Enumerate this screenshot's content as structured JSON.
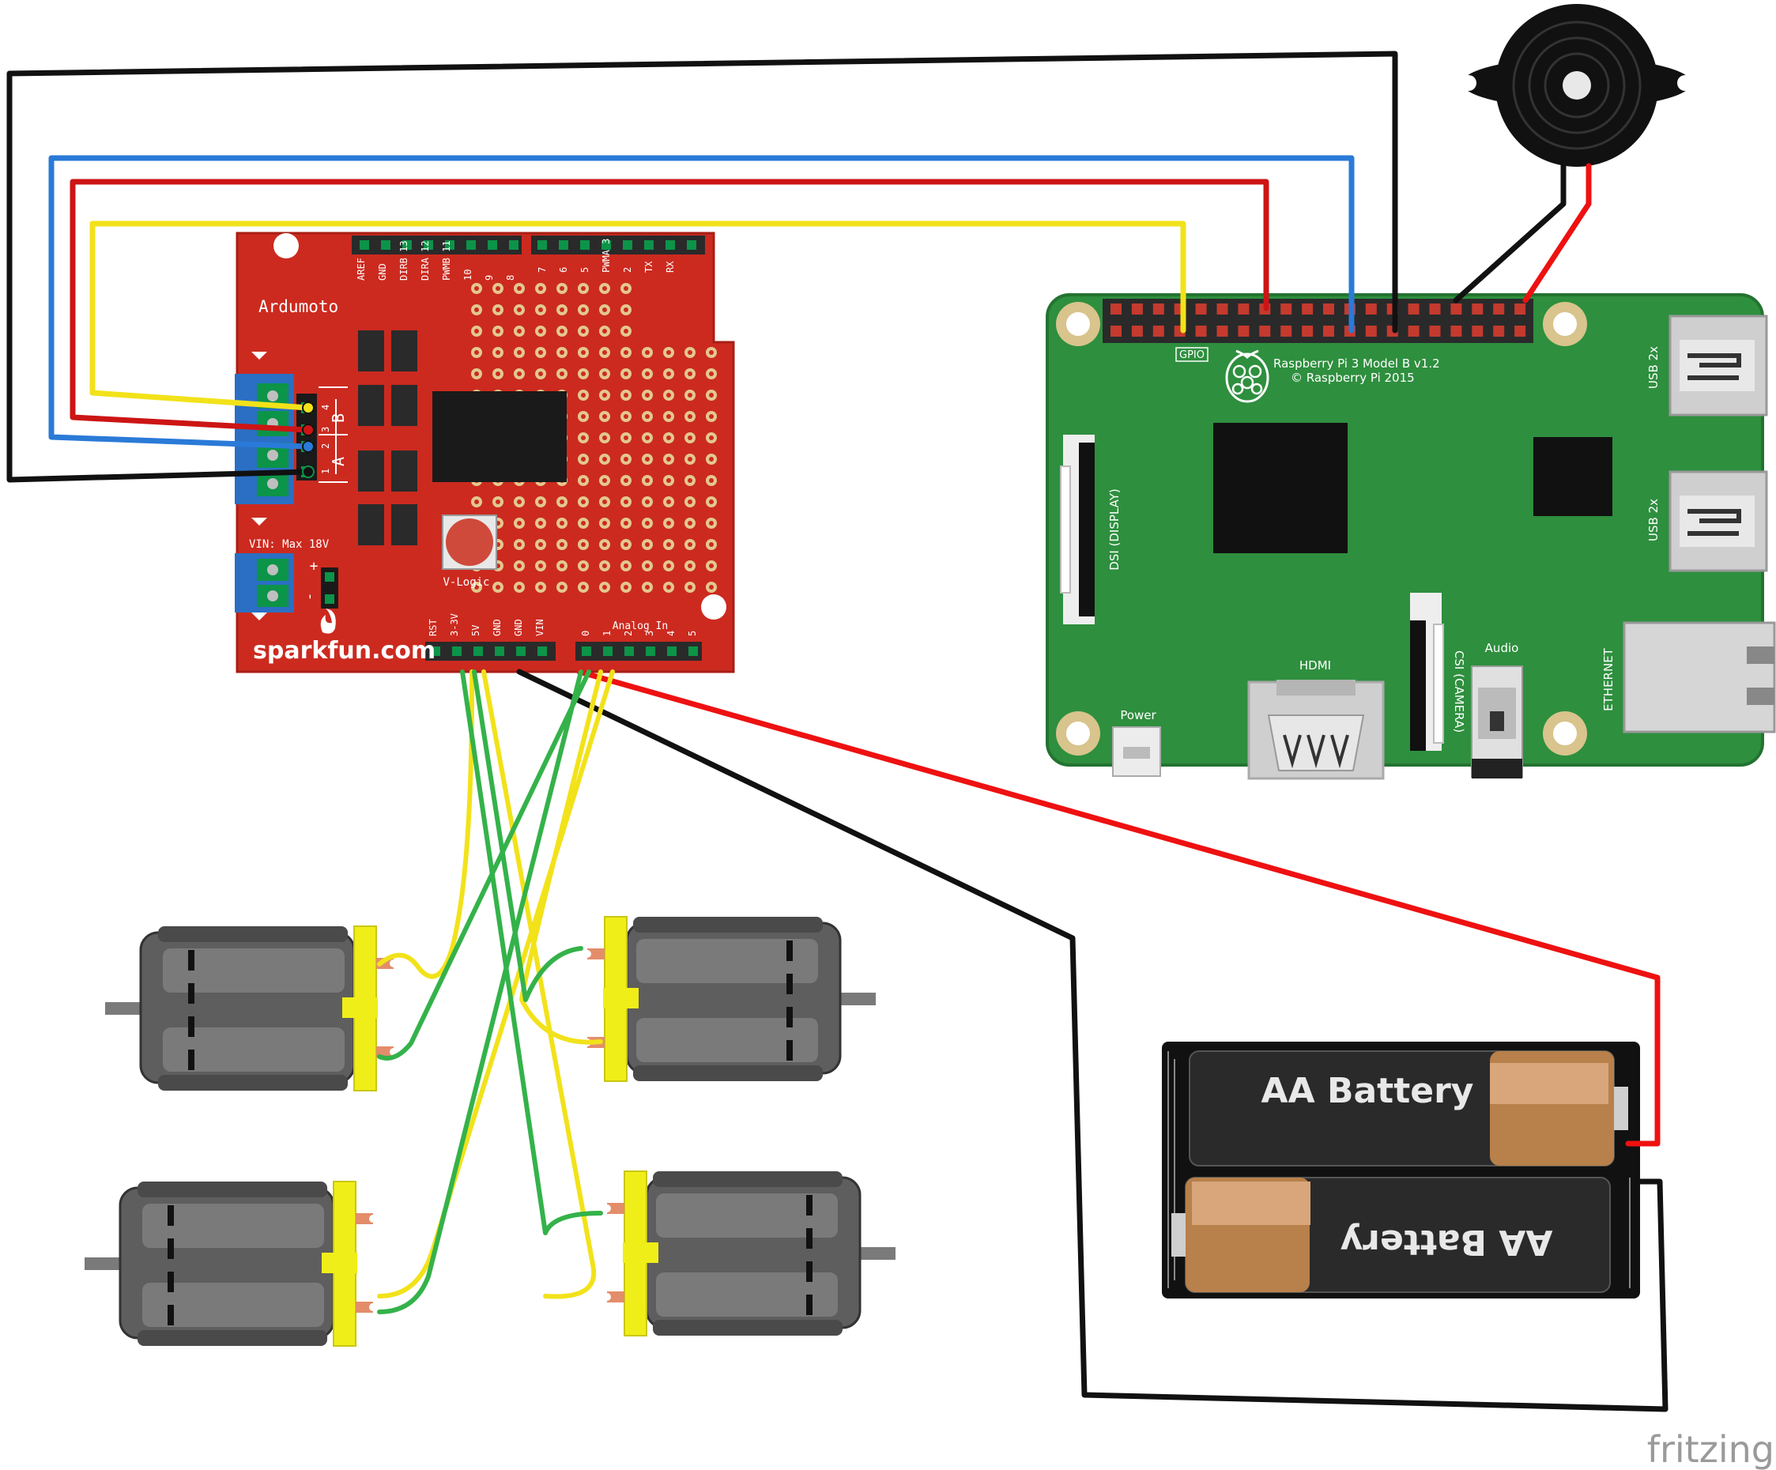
{
  "ardumoto": {
    "title": "Ardumoto",
    "brand": "sparkfun.com",
    "vin_label": "VIN: Max 18V",
    "vlogic_label": "V-Logic",
    "analog_label": "Analog In",
    "label_a": "A",
    "label_b": "B",
    "plus": "+",
    "minus": "-",
    "top_pins_left": [
      "AREF",
      "GND",
      "DIRB 13",
      "DIRA 12",
      "PWMB 11",
      "10",
      "9",
      "8"
    ],
    "top_pins_right": [
      "7",
      "6",
      "5",
      "PWMA 3",
      "2",
      "TX",
      "RX"
    ],
    "pwmb": "PWMB",
    "pwma": "PWMA",
    "bottom_pins_left": [
      "RST",
      "3-3V",
      "5V",
      "GND",
      "GND",
      "VIN"
    ],
    "bottom_pins_right": [
      "0",
      "1",
      "2",
      "3",
      "4",
      "5"
    ],
    "terminal_nums": [
      "1",
      "2",
      "3",
      "4"
    ]
  },
  "raspberry_pi": {
    "model": "Raspberry Pi 3 Model B v1.2",
    "copyright": "© Raspberry Pi 2015",
    "gpio": "GPIO",
    "dsi": "DSI (DISPLAY)",
    "csi": "CSI (CAMERA)",
    "hdmi": "HDMI",
    "audio": "Audio",
    "power": "Power",
    "usb1": "USB 2x",
    "usb2": "USB 2x",
    "ethernet": "ETHERNET"
  },
  "battery": {
    "label_top": "AA Battery",
    "label_bottom": "AA Battery"
  },
  "watermark": "fritzing",
  "colors": {
    "ardumoto_red": "#cc2a1f",
    "pi_green": "#2e8f3e",
    "wire_black": "#111111",
    "wire_red": "#ee1111",
    "wire_blue": "#2a7ad8",
    "wire_yellow": "#f2e21a",
    "wire_green": "#34b24a",
    "motor_yellow": "#f0ee18"
  }
}
